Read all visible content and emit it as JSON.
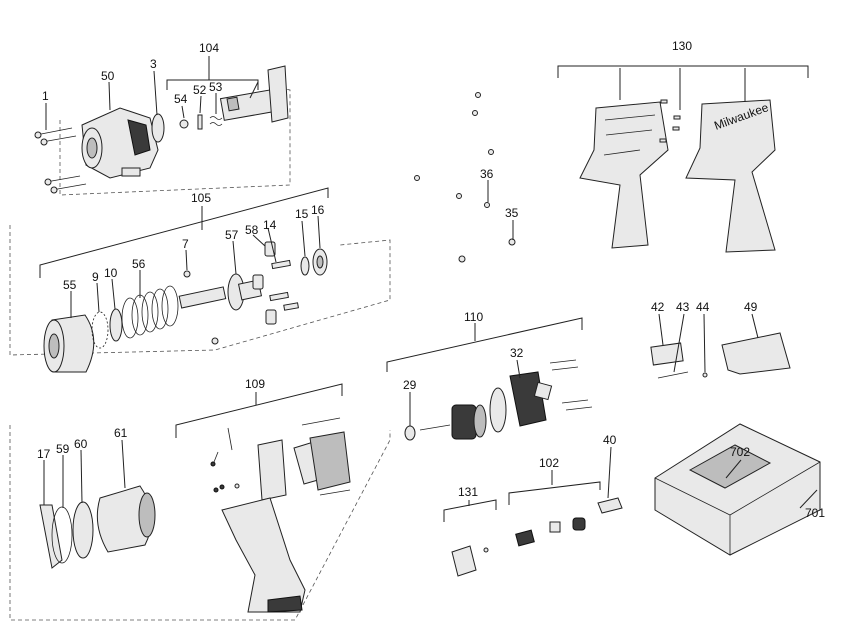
{
  "labels": {
    "l1": "1",
    "l50": "50",
    "l3": "3",
    "l104": "104",
    "l54": "54",
    "l52": "52",
    "l53": "53",
    "l105": "105",
    "l7": "7",
    "l57": "57",
    "l58": "58",
    "l14": "14",
    "l15": "15",
    "l16": "16",
    "l55": "55",
    "l9": "9",
    "l10": "10",
    "l56": "56",
    "l109": "109",
    "l17": "17",
    "l59": "59",
    "l60": "60",
    "l61": "61",
    "l130": "130",
    "l36": "36",
    "l35": "35",
    "l42": "42",
    "l43": "43",
    "l44": "44",
    "l49": "49",
    "l110": "110",
    "l29": "29",
    "l32": "32",
    "l40": "40",
    "l102": "102",
    "l131": "131",
    "l702": "702",
    "l701": "701"
  },
  "housing_brand": "Milwaukee",
  "colors": {
    "line": "#222222",
    "fill": "#e9e9e9",
    "dark": "#3a3a3a"
  }
}
